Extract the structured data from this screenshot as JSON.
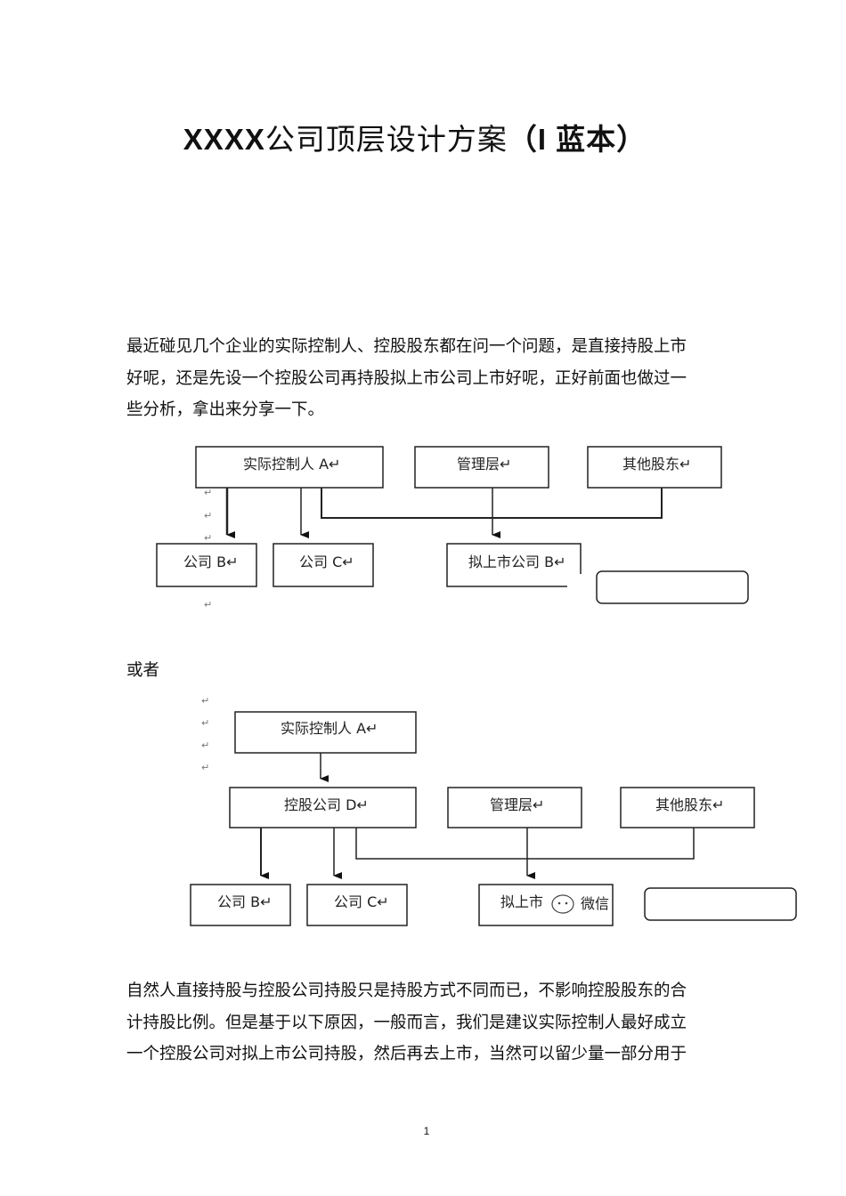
{
  "title": {
    "prefix": "XXXX",
    "main": "公司顶层设计方案",
    "suffix": "（I 蓝本）"
  },
  "intro": {
    "lines": [
      "最近碰见几个企业的实际控制人、控股股东都在问一个问题，是直接持股上市",
      "好呢，还是先设一个控股公司再持股拟上市公司上市好呢，正好前面也做过一",
      "些分析，拿出来分享一下。"
    ]
  },
  "diagram1": {
    "controller": "实际控制人 A↵",
    "management": "管理层↵",
    "other_shareholders": "其他股东↵",
    "company_b": "公司 B↵",
    "company_c": "公司 C↵",
    "ipo_company": "拟上市公司 B↵",
    "return_mark": "↵"
  },
  "or_label": "或者",
  "diagram2": {
    "controller": "实际控制人 A↵",
    "holding": "控股公司 D↵",
    "management": "管理层↵",
    "other_shareholders": "其他股东↵",
    "company_b": "公司 B↵",
    "company_c": "公司 C↵",
    "ipo_company": "拟上市",
    "watermark": "微信",
    "return_mark": "↵"
  },
  "body": {
    "lines": [
      "自然人直接持股与控股公司持股只是持股方式不同而已，不影响控股股东的合",
      "计持股比例。但是基于以下原因，一般而言，我们是建议实际控制人最好成立",
      "一个控股公司对拟上市公司持股，然后再去上市，当然可以留少量一部分用于"
    ]
  },
  "page_number": "1"
}
